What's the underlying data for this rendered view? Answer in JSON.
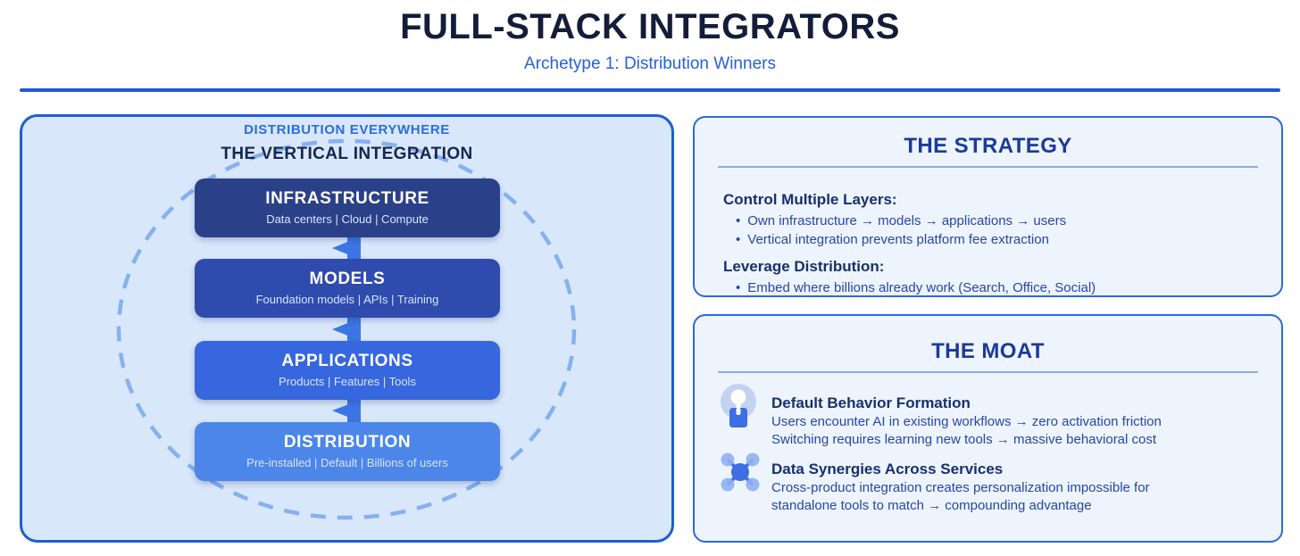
{
  "header": {
    "title": "FULL-STACK INTEGRATORS",
    "subtitle": "Archetype 1: Distribution Winners"
  },
  "glyphs": {
    "bullet": "•"
  },
  "left_panel": {
    "eyebrow": "DISTRIBUTION EVERYWHERE",
    "title": "THE VERTICAL INTEGRATION",
    "layers": [
      {
        "name": "INFRASTRUCTURE",
        "detail": "Data centers | Cloud | Compute",
        "color": "#2a4189"
      },
      {
        "name": "MODELS",
        "detail": "Foundation models | APIs | Training",
        "color": "#2e4bad"
      },
      {
        "name": "APPLICATIONS",
        "detail": "Products | Features | Tools",
        "color": "#3767de"
      },
      {
        "name": "DISTRIBUTION",
        "detail": "Pre-installed | Default | Billions of users",
        "color": "#4c86e9"
      }
    ]
  },
  "strategy_panel": {
    "title": "THE STRATEGY",
    "sections": [
      {
        "heading": "Control Multiple Layers:",
        "bullets": [
          "Own infrastructure → models → applications → users",
          "Vertical integration prevents platform fee extraction"
        ]
      },
      {
        "heading": "Leverage Distribution:",
        "bullets": [
          "Embed where billions already work (Search, Office, Social)"
        ]
      }
    ]
  },
  "moat_panel": {
    "title": "THE MOAT",
    "items": [
      {
        "icon": "lock-icon",
        "heading": "Default Behavior Formation",
        "lines": [
          "Users encounter AI in existing workflows → zero activation friction",
          "Switching requires learning new tools → massive behavioral cost"
        ]
      },
      {
        "icon": "network-icon",
        "heading": "Data Synergies Across Services",
        "lines": [
          "Cross-product integration creates personalization impossible for",
          "standalone tools to match → compounding advantage"
        ]
      }
    ]
  },
  "colors": {
    "header_divider": "#2355d6",
    "stack_panel_bg": "#d9e7fb",
    "stack_panel_border": "#1d5ed3",
    "card_bg": "#eef4fd",
    "card_border": "#2a69df",
    "cycle_dash": "#85b1ef",
    "arrow": "#3b76e4",
    "title_navy": "#131d39",
    "subtitle_blue": "#2660dd",
    "card_title_blue": "#1b3a99",
    "heading_navy": "#17306e",
    "body_blue": "#2547a6"
  }
}
